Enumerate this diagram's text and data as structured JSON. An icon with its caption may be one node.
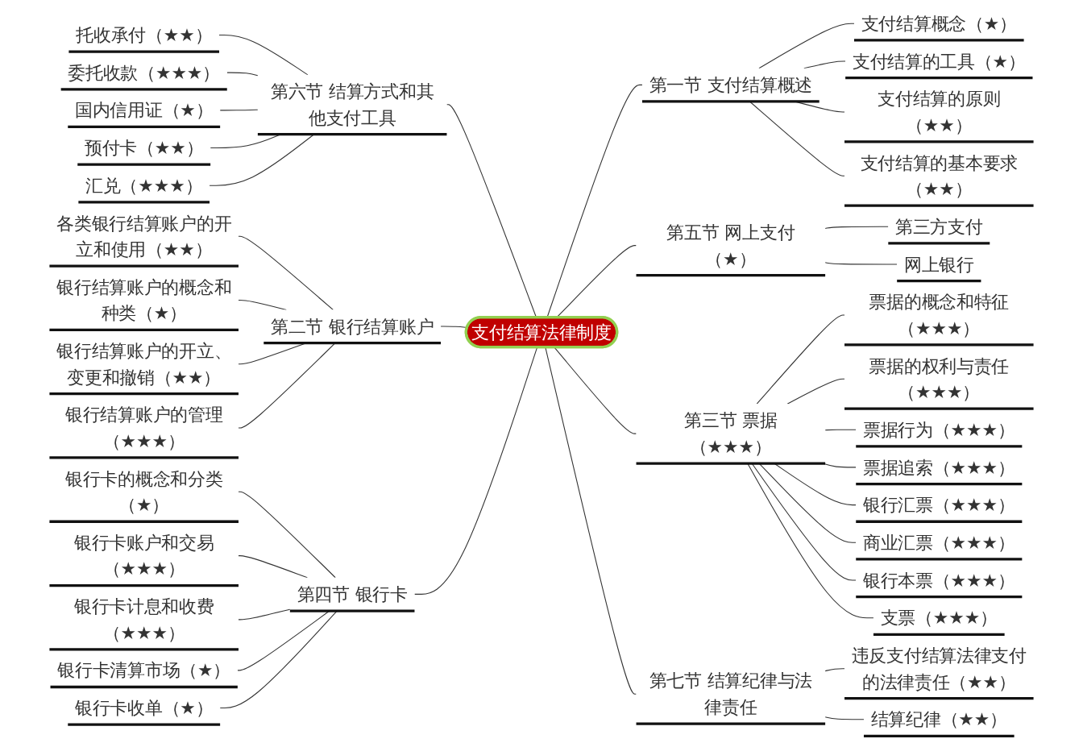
{
  "diagram": {
    "nodes": [
      {
        "text": [
          "支付结算法律制度"
        ]
      },
      {
        "text": [
          "第一节 支付结算概述"
        ]
      },
      {
        "text": [
          "支付结算概念（★）"
        ]
      },
      {
        "text": [
          "支付结算的工具（★）"
        ]
      },
      {
        "text": [
          "支付结算的原则（★★）"
        ]
      },
      {
        "text": [
          "支付结算的基本要求（★★）"
        ]
      },
      {
        "text": [
          "第二节 银行结算账户"
        ]
      },
      {
        "text": [
          "各类银行结算账户的开立和使用（★★）"
        ]
      },
      {
        "text": [
          "银行结算账户的概念和种类（★）"
        ]
      },
      {
        "text": [
          "银行结算账户的开立、变更和撤销（★★）"
        ]
      },
      {
        "text": [
          "银行结算账户的管理（★★★）"
        ]
      },
      {
        "text": [
          "第三节 票据（★★★）"
        ]
      },
      {
        "text": [
          "票据的概念和特征（★★★）"
        ]
      },
      {
        "text": [
          "票据的权利与责任（★★★）"
        ]
      },
      {
        "text": [
          "票据行为（★★★）"
        ]
      },
      {
        "text": [
          "票据追索（★★★）"
        ]
      },
      {
        "text": [
          "银行汇票（★★★）"
        ]
      },
      {
        "text": [
          "商业汇票（★★★）"
        ]
      },
      {
        "text": [
          "银行本票（★★★）"
        ]
      },
      {
        "text": [
          "支票（★★★）"
        ]
      },
      {
        "text": [
          "第四节 银行卡"
        ]
      },
      {
        "text": [
          "银行卡的概念和分类（★）"
        ]
      },
      {
        "text": [
          "银行卡账户和交易（★★★）"
        ]
      },
      {
        "text": [
          "银行卡计息和收费（★★★）"
        ]
      },
      {
        "text": [
          "银行卡清算市场（★）"
        ]
      },
      {
        "text": [
          "银行卡收单（★）"
        ]
      },
      {
        "text": [
          "第五节 网上支付（★）"
        ]
      },
      {
        "text": [
          "第三方支付"
        ]
      },
      {
        "text": [
          "网上银行"
        ]
      },
      {
        "text": [
          "第六节 结算方式和其他支付工具"
        ]
      },
      {
        "text": [
          "托收承付（★★）"
        ]
      },
      {
        "text": [
          "委托收款（★★★）"
        ]
      },
      {
        "text": [
          "国内信用证（★）"
        ]
      },
      {
        "text": [
          "预付卡（★★）"
        ]
      },
      {
        "text": [
          "汇兑（★★★）"
        ]
      },
      {
        "text": [
          "第七节 结算纪律与法律责任"
        ]
      },
      {
        "text": [
          "违反支付结算法律支付的法律责任（★★）"
        ]
      },
      {
        "text": [
          "结算纪律（★★）"
        ]
      }
    ],
    "edges": [
      {
        "from": 0,
        "to": 1,
        "arrow": "none"
      },
      {
        "from": 1,
        "to": 2,
        "arrow": "none"
      },
      {
        "from": 1,
        "to": 3,
        "arrow": "none"
      },
      {
        "from": 1,
        "to": 4,
        "arrow": "none"
      },
      {
        "from": 1,
        "to": 5,
        "arrow": "none"
      },
      {
        "from": 0,
        "to": 26,
        "arrow": "none"
      },
      {
        "from": 26,
        "to": 27,
        "arrow": "none"
      },
      {
        "from": 26,
        "to": 28,
        "arrow": "none"
      },
      {
        "from": 0,
        "to": 11,
        "arrow": "none"
      },
      {
        "from": 11,
        "to": 12,
        "arrow": "none"
      },
      {
        "from": 11,
        "to": 13,
        "arrow": "none"
      },
      {
        "from": 11,
        "to": 14,
        "arrow": "none"
      },
      {
        "from": 11,
        "to": 15,
        "arrow": "none"
      },
      {
        "from": 11,
        "to": 16,
        "arrow": "none"
      },
      {
        "from": 11,
        "to": 17,
        "arrow": "none"
      },
      {
        "from": 11,
        "to": 18,
        "arrow": "none"
      },
      {
        "from": 11,
        "to": 19,
        "arrow": "none"
      },
      {
        "from": 0,
        "to": 35,
        "arrow": "none"
      },
      {
        "from": 35,
        "to": 36,
        "arrow": "none"
      },
      {
        "from": 35,
        "to": 37,
        "arrow": "none"
      },
      {
        "from": 29,
        "to": 0,
        "arrow": "none"
      },
      {
        "from": 30,
        "to": 29,
        "arrow": "none"
      },
      {
        "from": 31,
        "to": 29,
        "arrow": "none"
      },
      {
        "from": 32,
        "to": 29,
        "arrow": "none"
      },
      {
        "from": 33,
        "to": 29,
        "arrow": "none"
      },
      {
        "from": 34,
        "to": 29,
        "arrow": "none"
      },
      {
        "from": 6,
        "to": 0,
        "arrow": "none"
      },
      {
        "from": 7,
        "to": 6,
        "arrow": "none"
      },
      {
        "from": 8,
        "to": 6,
        "arrow": "none"
      },
      {
        "from": 9,
        "to": 6,
        "arrow": "none"
      },
      {
        "from": 10,
        "to": 6,
        "arrow": "none"
      },
      {
        "from": 20,
        "to": 0,
        "arrow": "none"
      },
      {
        "from": 21,
        "to": 20,
        "arrow": "none"
      },
      {
        "from": 22,
        "to": 20,
        "arrow": "none"
      },
      {
        "from": 23,
        "to": 20,
        "arrow": "none"
      },
      {
        "from": 24,
        "to": 20,
        "arrow": "none"
      },
      {
        "from": 25,
        "to": 20,
        "arrow": "none"
      }
    ]
  }
}
